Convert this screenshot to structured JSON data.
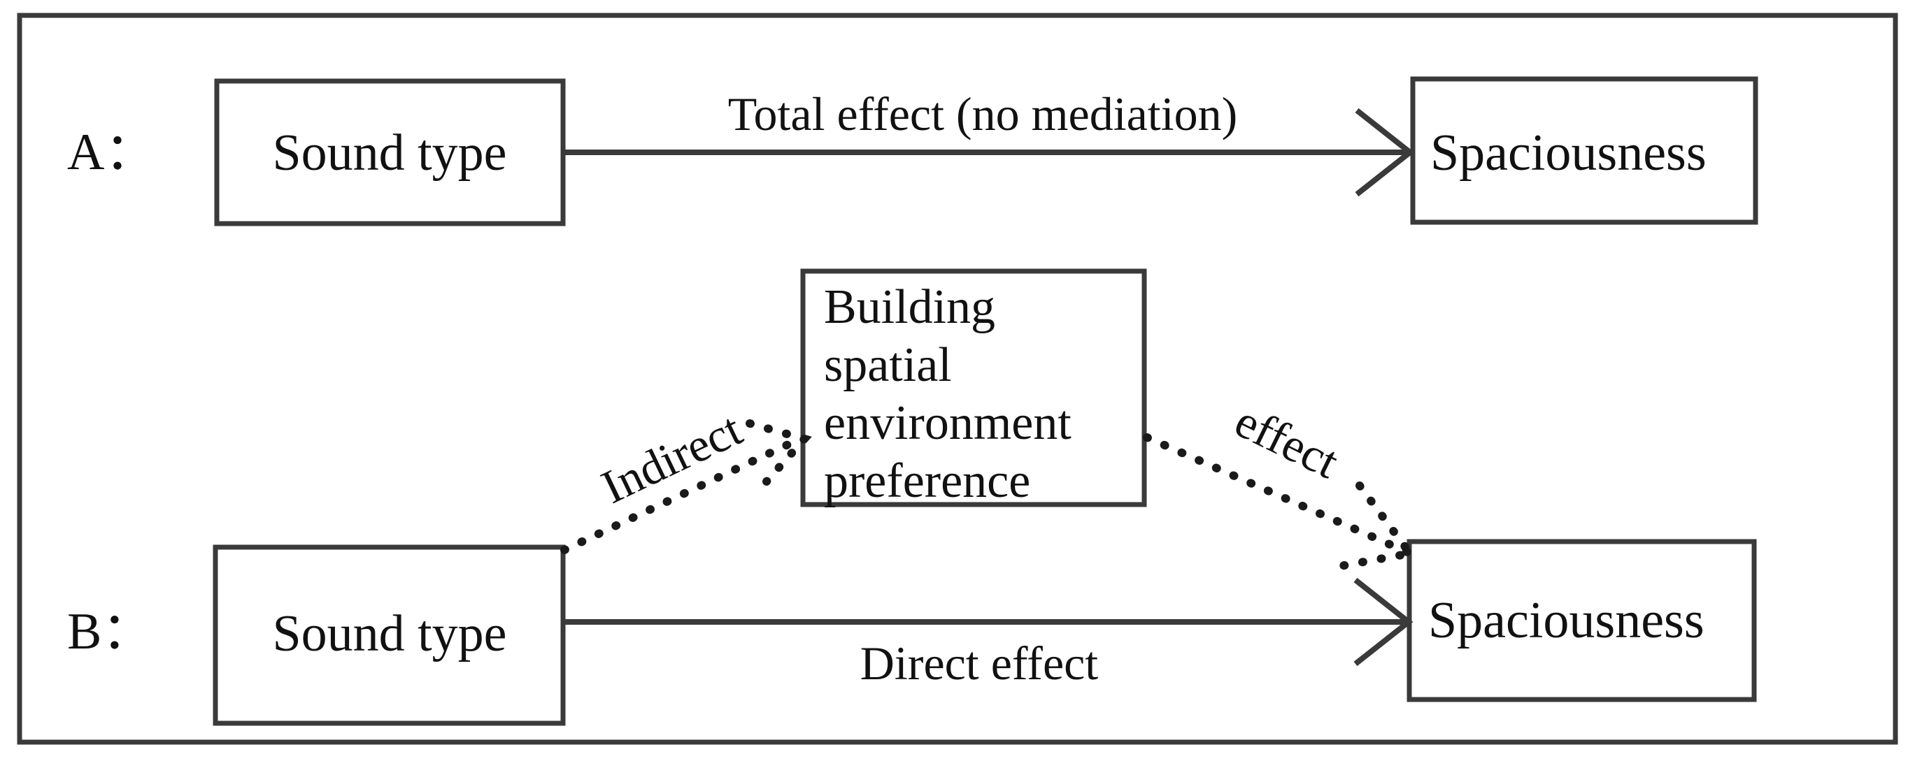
{
  "figure": {
    "type": "mediation-model-diagram",
    "background_color": "#ffffff",
    "line_color": "#3a3a3a",
    "text_color": "#111111",
    "outer_border": true
  },
  "panels": [
    {
      "id": "A",
      "label": "A：",
      "nodes": [
        {
          "id": "a-source",
          "label": "Sound type"
        },
        {
          "id": "a-outcome",
          "label": "Spaciousness"
        }
      ],
      "edges": [
        {
          "id": "a-total-effect",
          "label": "Total effect (no mediation)",
          "from": "a-source",
          "to": "a-outcome",
          "style": "solid",
          "arrow": "open"
        }
      ]
    },
    {
      "id": "B",
      "label": "B：",
      "nodes": [
        {
          "id": "b-source",
          "label": "Sound type"
        },
        {
          "id": "b-mediator",
          "label": "Building spatial environment preference",
          "lines": [
            "Building",
            "spatial",
            "environment",
            "preference"
          ]
        },
        {
          "id": "b-outcome",
          "label": "Spaciousness"
        }
      ],
      "edges": [
        {
          "id": "b-indirect-a-path",
          "label": "Indirect",
          "from": "b-source",
          "to": "b-mediator",
          "style": "dotted",
          "arrow": "open"
        },
        {
          "id": "b-indirect-b-path",
          "label": "effect",
          "from": "b-mediator",
          "to": "b-outcome",
          "style": "dotted",
          "arrow": "open"
        },
        {
          "id": "b-direct-effect",
          "label": "Direct effect",
          "from": "b-source",
          "to": "b-outcome",
          "style": "solid",
          "arrow": "open"
        }
      ]
    }
  ]
}
